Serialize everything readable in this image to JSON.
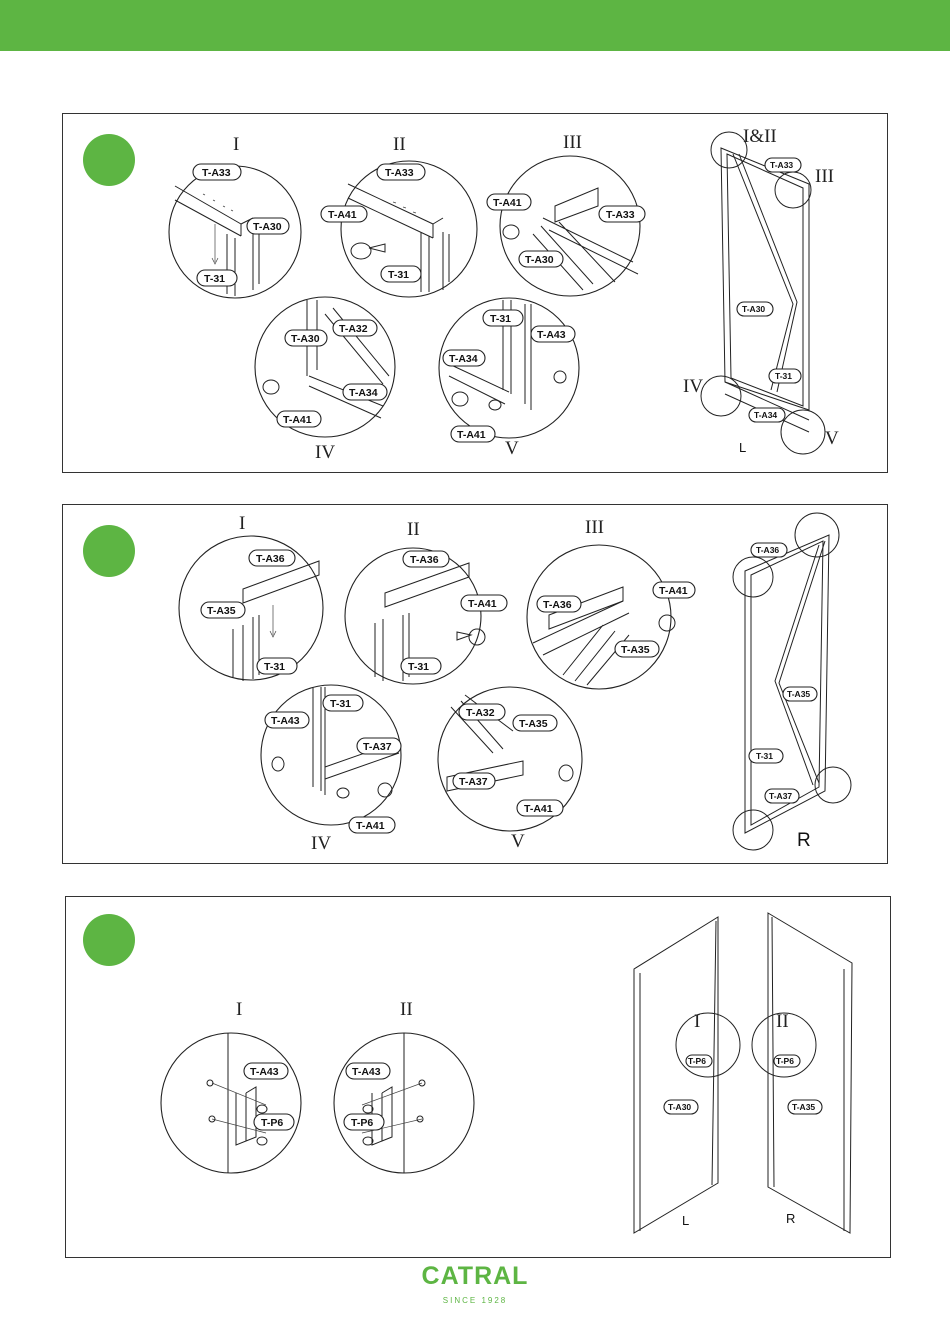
{
  "brand": {
    "name": "CATRAL",
    "tagline": "SINCE 1928",
    "color": "#5db543"
  },
  "step1": {
    "detail_titles": [
      "I",
      "II",
      "III",
      "IV",
      "V"
    ],
    "overview_titles": [
      "I&II",
      "III",
      "IV",
      "V"
    ],
    "labels": [
      "T-A33",
      "T-A30",
      "T-31",
      "T-A41",
      "T-A32",
      "T-A34",
      "T-A43"
    ],
    "side": "L"
  },
  "step2": {
    "detail_titles": [
      "I",
      "II",
      "III",
      "IV",
      "V"
    ],
    "labels": [
      "T-A36",
      "T-A35",
      "T-31",
      "T-A41",
      "T-A43",
      "T-A37",
      "T-A32"
    ],
    "side": "R"
  },
  "step3": {
    "detail_titles": [
      "I",
      "II"
    ],
    "labels": [
      "T-A43",
      "T-P6",
      "T-A30",
      "T-A35"
    ],
    "sides": [
      "L",
      "R"
    ]
  }
}
